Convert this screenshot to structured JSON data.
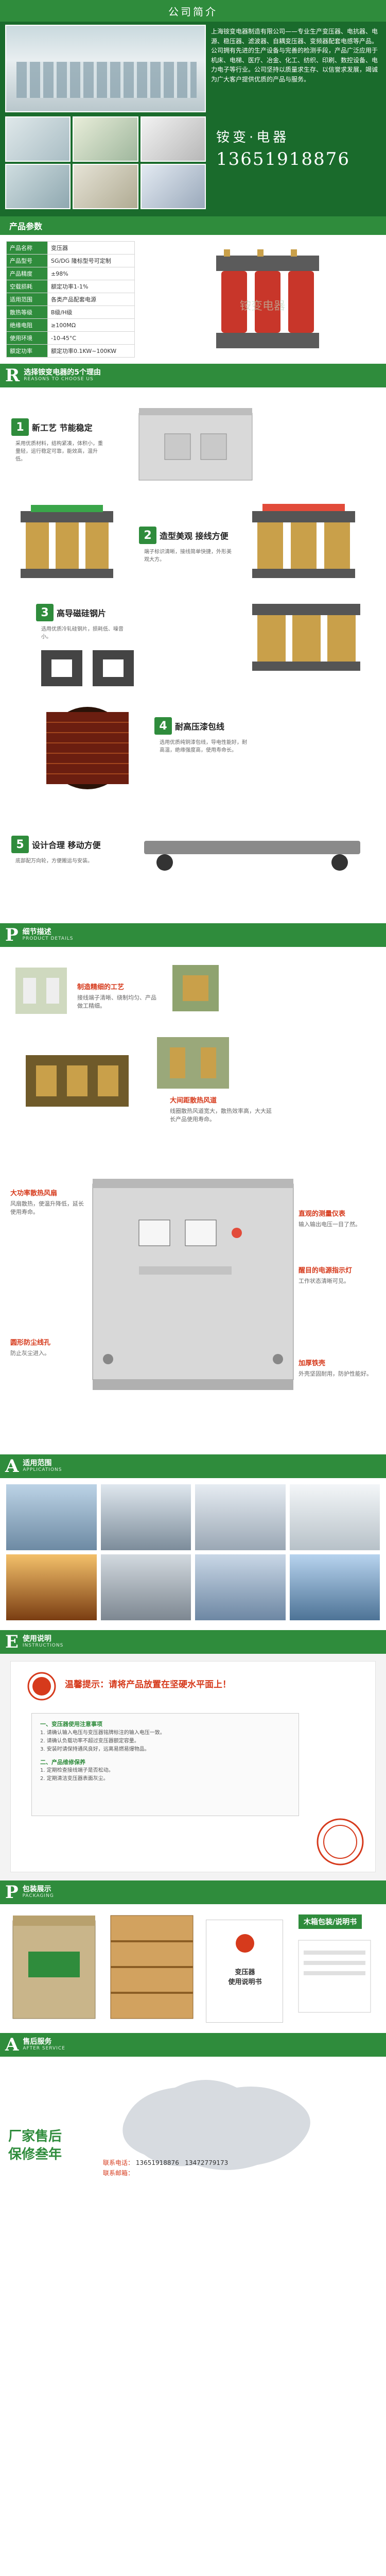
{
  "intro": {
    "title": "公司简介",
    "text": "上海铵变电器制造有限公司——专业生产变压器、电抗器、电源、稳压器、滤波器、自耦变压器、变频器配套电感等产品。公司拥有先进的生产设备与完善的检测手段，产品广泛应用于机床、电梯、医疗、冶金、化工、纺织、印刷、数控设备、电力电子等行业。公司坚持以质量求生存、以信誉求发展，竭诚为广大客户提供优质的产品与服务。",
    "brand_name": "铵变·电器",
    "phone": "13651918876"
  },
  "params": {
    "title": "产品参数",
    "rows": [
      {
        "k": "产品名称",
        "v": "变压器"
      },
      {
        "k": "产品型号",
        "v": "SG/DG 隆标型号可定制"
      },
      {
        "k": "产品精度",
        "v": "±98%"
      },
      {
        "k": "空载损耗",
        "v": "额定功率1-1%"
      },
      {
        "k": "适用范围",
        "v": "各类产品配套电源"
      },
      {
        "k": "散热等级",
        "v": "B级/H级"
      },
      {
        "k": "绝缘电阻",
        "v": "≥100MΩ"
      },
      {
        "k": "使用环境",
        "v": "-10-45°C"
      },
      {
        "k": "额定功率",
        "v": "额定功率0.1KW~100KW"
      }
    ]
  },
  "features": {
    "cap": "R",
    "title": "选择铵变电器的5个理由",
    "en": "REASONS TO CHOOSE US",
    "items": [
      {
        "num": "1",
        "label": "新工艺 节能稳定",
        "desc": "采用优质材料，结构紧凑，体积小，重量轻，运行稳定可靠，能效高，温升低。"
      },
      {
        "num": "2",
        "label": "造型美观  接线方便",
        "desc": "端子标识清晰，接线简单快捷，外形美观大方。"
      },
      {
        "num": "3",
        "label": "高导磁硅钢片",
        "desc": "选用优质冷轧硅钢片，损耗低、噪音小。"
      },
      {
        "num": "4",
        "label": "耐高压漆包线",
        "desc": "选用优质纯铜漆包线，导电性能好，耐高温，绝缘强度高，使用寿命长。"
      },
      {
        "num": "5",
        "label": "设计合理  移动方便",
        "desc": "底部配万向轮，方便搬运与安装。"
      }
    ]
  },
  "details": {
    "cap": "P",
    "title": "细节描述",
    "en": "PRODUCT DETAILS",
    "c1_title": "制造精细的工艺",
    "c1_text": "接线端子清晰、绕制均匀、产品做工精细。",
    "c2_title": "大间距散热风道",
    "c2_text": "线圈散热风道宽大，散热效率高，大大延长产品使用寿命。",
    "c3_title": "大功率散热风扇",
    "c3_text": "风扇散热，使温升降低，延长使用寿命。",
    "c4_title": "直观的测量仪表",
    "c4_text": "输入输出电压一目了然。",
    "c5_title": "醒目的电源指示灯",
    "c5_text": "工作状态清晰可见。",
    "c6_title": "圆形防尘线孔",
    "c6_text": "防止灰尘进入。",
    "c7_title": "加厚铁壳",
    "c7_text": "外壳坚固耐用，防护性能好。"
  },
  "apps": {
    "cap": "A",
    "title": "适用范围",
    "en": "APPLICATIONS"
  },
  "usage": {
    "cap": "E",
    "title": "使用说明",
    "en": "INSTRUCTIONS",
    "head_prefix": "温馨提示：",
    "head_text": "请将产品放置在坚硬水平面上！",
    "box_title1": "一、变压器使用注意事项",
    "box_line1": "1. 请确认输入电压与变压器铭牌标注的输入电压一致。",
    "box_line2": "2. 请确认负载功率不超过变压器额定容量。",
    "box_line3": "3. 安装时请保持通风良好，远离易燃易爆物品。",
    "box_title2": "二、产品维修保养",
    "box_line4": "1. 定期检查接线端子是否松动。",
    "box_line5": "2. 定期清洁变压器表面灰尘。"
  },
  "pack": {
    "cap": "P",
    "title": "包装展示",
    "en": "PACKAGING",
    "wood_label": "木箱包装/说明书",
    "manual_title": "变压器\n使用说明书"
  },
  "after": {
    "cap": "A",
    "title": "售后服务",
    "en": "AFTER SERVICE",
    "big1": "厂家售后",
    "big2": "保修叁年",
    "phone_label": "联系电话：",
    "phone1": "13651918876",
    "phone2": "13472779173",
    "mail_label": "联系邮箱："
  },
  "colors": {
    "brand_green": "#2f8c3c",
    "accent_red": "#d63a1c"
  }
}
